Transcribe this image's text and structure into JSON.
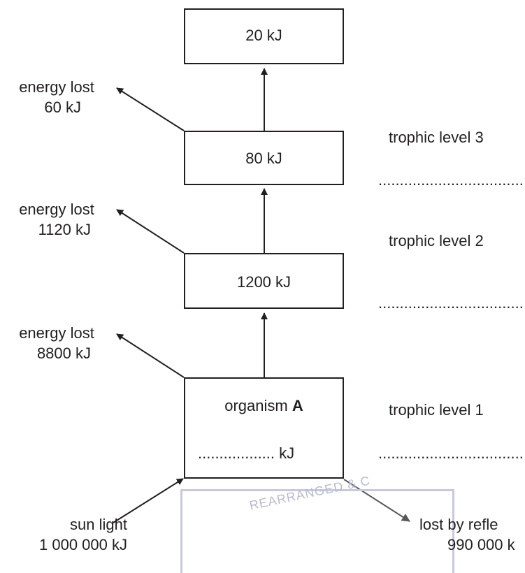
{
  "boxes": {
    "top_value": "20 kJ",
    "level3_value": "80 kJ",
    "level2_value": "1200 kJ",
    "organism_label": "organism",
    "organism_letter": "A",
    "organism_blank": ".................. kJ"
  },
  "losses": {
    "loss1_label": "energy lost",
    "loss1_value": "60 kJ",
    "loss2_label": "energy lost",
    "loss2_value": "1120 kJ",
    "loss3_label": "energy lost",
    "loss3_value": "8800 kJ"
  },
  "trophic": {
    "level3": "trophic level 3",
    "level2": "trophic level 2",
    "level1": "trophic level 1",
    "dots": ".................................."
  },
  "sun": {
    "label": "sun light",
    "value": "1 000 000 kJ"
  },
  "reflection": {
    "label": "lost by refle",
    "value": "990 000 k"
  },
  "watermark": {
    "text": "REARRANGED & C"
  },
  "colors": {
    "ink": "#231f20",
    "reflection_arrow": "#58595b",
    "watermark": "#c9c9dd"
  }
}
